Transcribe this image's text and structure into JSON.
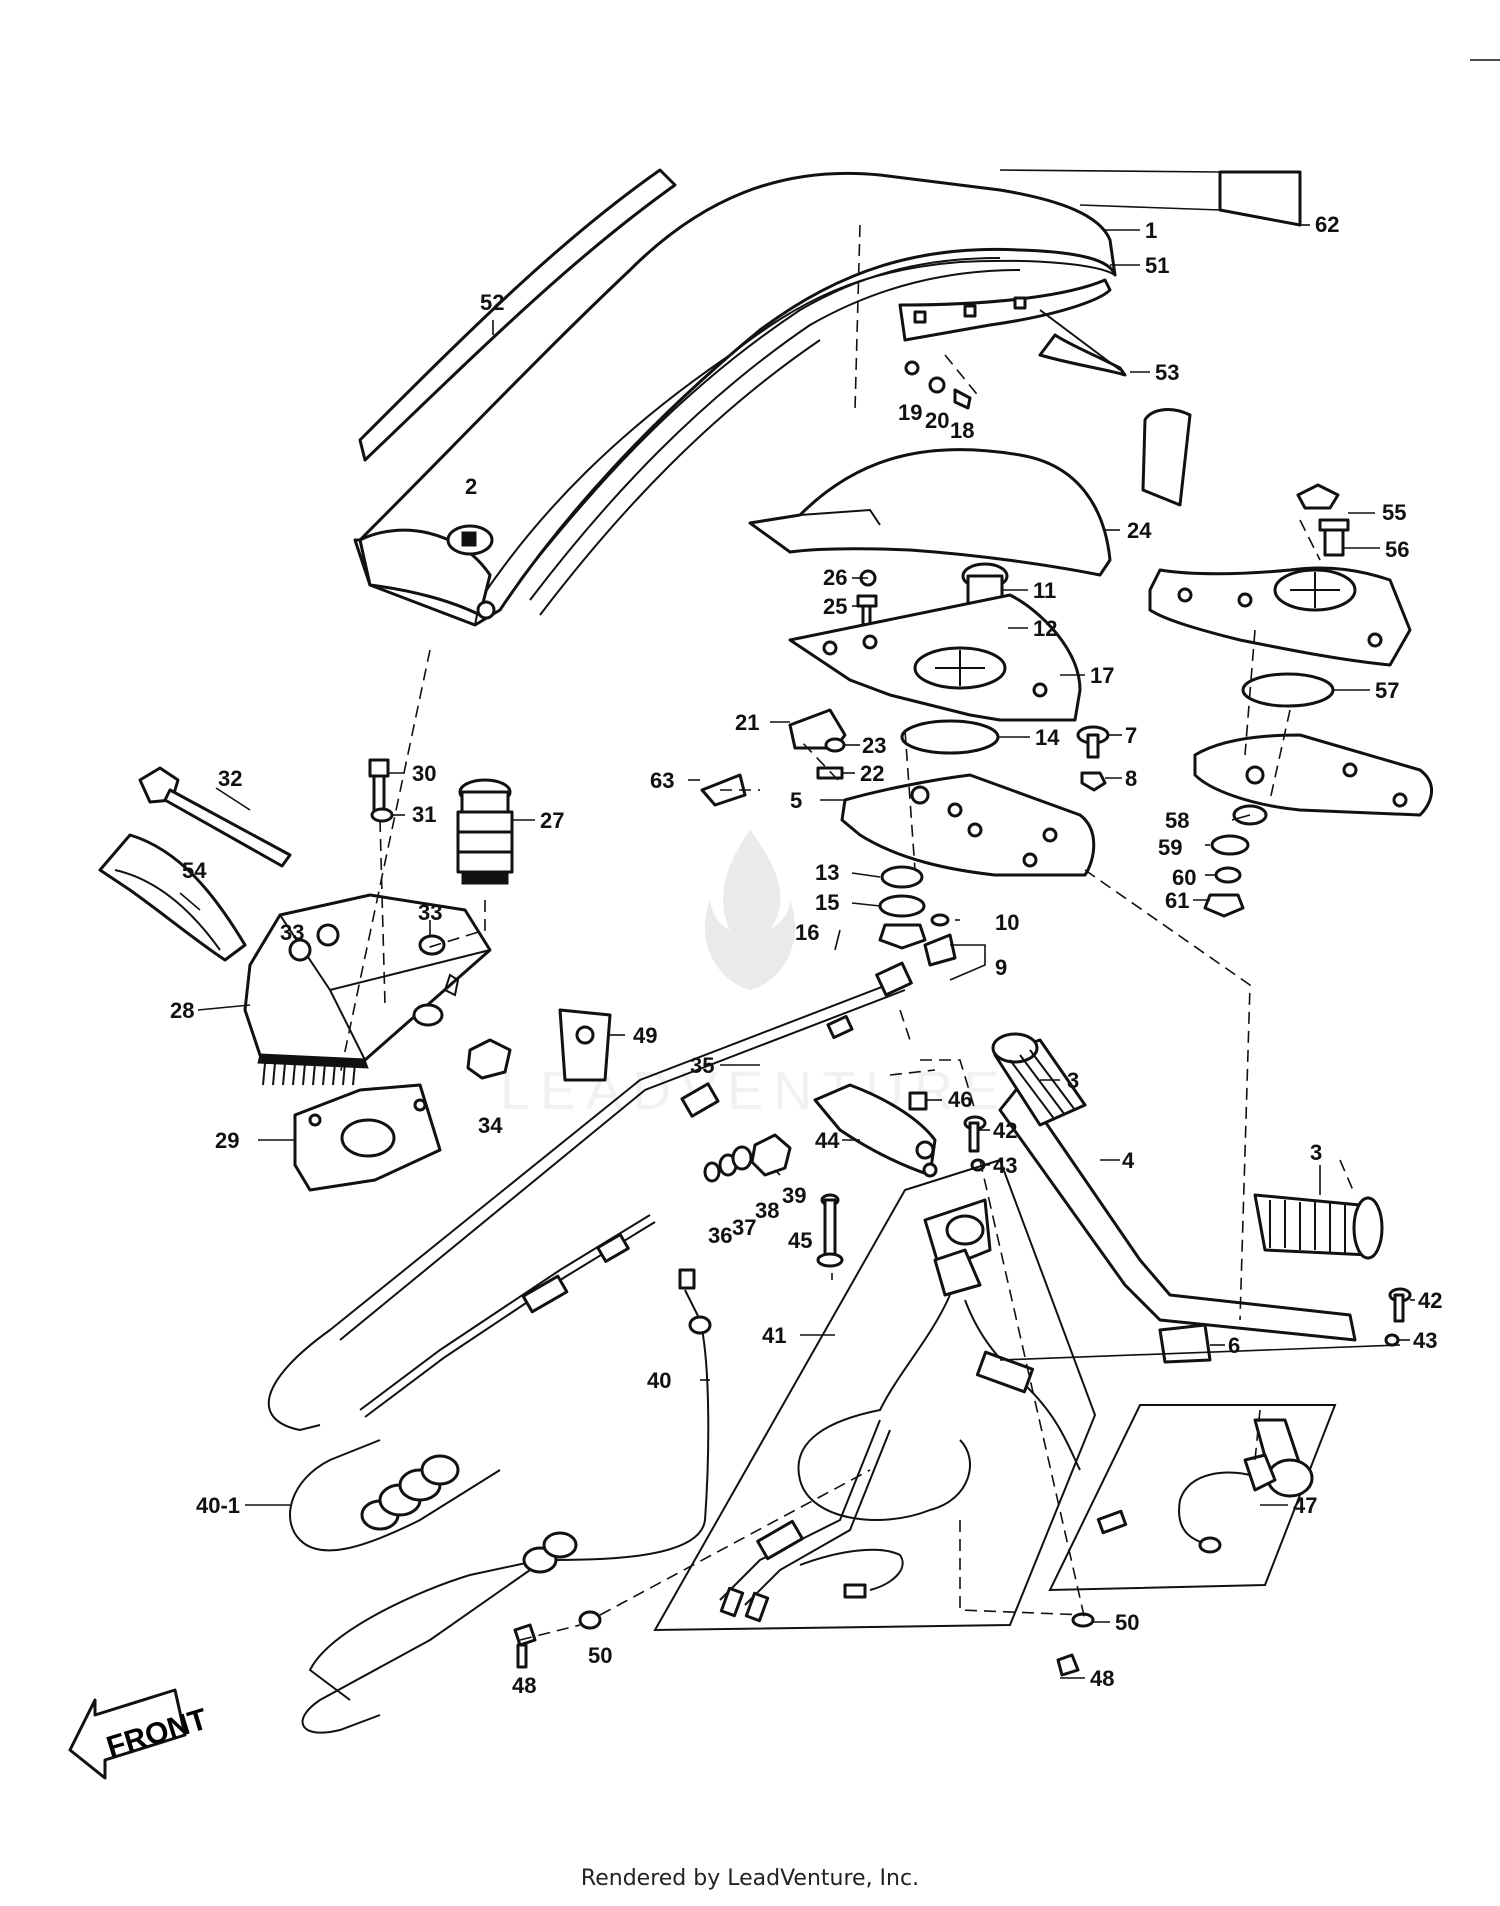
{
  "footer_text": "Rendered by LeadVenture, Inc.",
  "front_label": "FRONT",
  "watermark_text": "LEADVENTURE",
  "callouts": [
    {
      "id": "c62",
      "text": "62"
    },
    {
      "id": "c1",
      "text": "1"
    },
    {
      "id": "c51",
      "text": "51"
    },
    {
      "id": "c52",
      "text": "52"
    },
    {
      "id": "c53",
      "text": "53"
    },
    {
      "id": "c19",
      "text": "19"
    },
    {
      "id": "c20",
      "text": "20"
    },
    {
      "id": "c18",
      "text": "18"
    },
    {
      "id": "c2",
      "text": "2"
    },
    {
      "id": "c24",
      "text": "24"
    },
    {
      "id": "c55",
      "text": "55"
    },
    {
      "id": "c56",
      "text": "56"
    },
    {
      "id": "c26",
      "text": "26"
    },
    {
      "id": "c25",
      "text": "25"
    },
    {
      "id": "c11",
      "text": "11"
    },
    {
      "id": "c12",
      "text": "12"
    },
    {
      "id": "c17",
      "text": "17"
    },
    {
      "id": "c57",
      "text": "57"
    },
    {
      "id": "c21",
      "text": "21"
    },
    {
      "id": "c23",
      "text": "23"
    },
    {
      "id": "c14",
      "text": "14"
    },
    {
      "id": "c7",
      "text": "7"
    },
    {
      "id": "c22",
      "text": "22"
    },
    {
      "id": "c63",
      "text": "63"
    },
    {
      "id": "c8",
      "text": "8"
    },
    {
      "id": "c5",
      "text": "5"
    },
    {
      "id": "c32",
      "text": "32"
    },
    {
      "id": "c30",
      "text": "30"
    },
    {
      "id": "c31",
      "text": "31"
    },
    {
      "id": "c27",
      "text": "27"
    },
    {
      "id": "c58",
      "text": "58"
    },
    {
      "id": "c59",
      "text": "59"
    },
    {
      "id": "c60",
      "text": "60"
    },
    {
      "id": "c61",
      "text": "61"
    },
    {
      "id": "c54",
      "text": "54"
    },
    {
      "id": "c13",
      "text": "13"
    },
    {
      "id": "c15",
      "text": "15"
    },
    {
      "id": "c10",
      "text": "10"
    },
    {
      "id": "c16",
      "text": "16"
    },
    {
      "id": "c33a",
      "text": "33"
    },
    {
      "id": "c33b",
      "text": "33"
    },
    {
      "id": "c9",
      "text": "9"
    },
    {
      "id": "c28",
      "text": "28"
    },
    {
      "id": "c49",
      "text": "49"
    },
    {
      "id": "c35",
      "text": "35"
    },
    {
      "id": "c3a",
      "text": "3"
    },
    {
      "id": "c34",
      "text": "34"
    },
    {
      "id": "c46",
      "text": "46"
    },
    {
      "id": "c29",
      "text": "29"
    },
    {
      "id": "c44",
      "text": "44"
    },
    {
      "id": "c42a",
      "text": "42"
    },
    {
      "id": "c43a",
      "text": "43"
    },
    {
      "id": "c4",
      "text": "4"
    },
    {
      "id": "c3b",
      "text": "3"
    },
    {
      "id": "c39",
      "text": "39"
    },
    {
      "id": "c38",
      "text": "38"
    },
    {
      "id": "c37",
      "text": "37"
    },
    {
      "id": "c36",
      "text": "36"
    },
    {
      "id": "c45",
      "text": "45"
    },
    {
      "id": "c42b",
      "text": "42"
    },
    {
      "id": "c41",
      "text": "41"
    },
    {
      "id": "c6",
      "text": "6"
    },
    {
      "id": "c43b",
      "text": "43"
    },
    {
      "id": "c40",
      "text": "40"
    },
    {
      "id": "c47",
      "text": "47"
    },
    {
      "id": "c40_1",
      "text": "40-1"
    },
    {
      "id": "c50a",
      "text": "50"
    },
    {
      "id": "c50b",
      "text": "50"
    },
    {
      "id": "c48a",
      "text": "48"
    },
    {
      "id": "c48b",
      "text": "48"
    }
  ]
}
